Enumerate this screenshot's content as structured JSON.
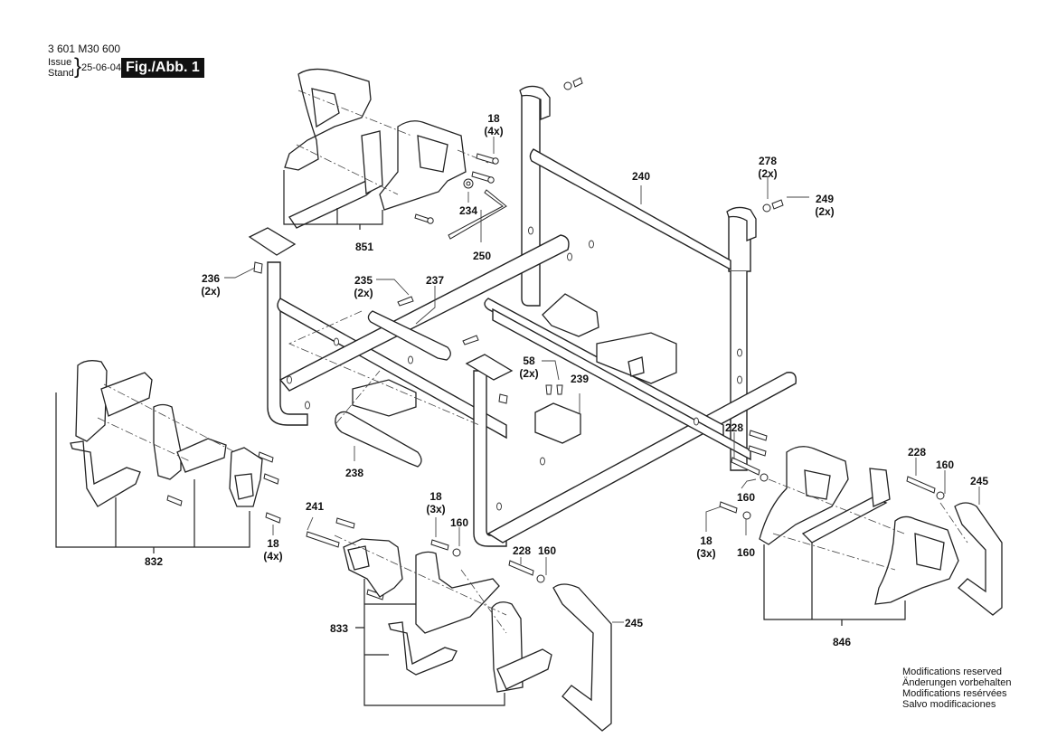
{
  "header": {
    "document_code": "3 601 M30 600",
    "issue_label": "Issue",
    "stand_label": "Stand",
    "brace": "}",
    "date": "25-06-04",
    "figure_label": "Fig./Abb. 1"
  },
  "notes": [
    "Modifications reserved",
    "Änderungen vorbehalten",
    "Modifications resérvées",
    "Salvo modificaciones"
  ],
  "callouts": [
    {
      "id": "c851",
      "number": "851",
      "qty": ""
    },
    {
      "id": "c18a",
      "number": "18",
      "qty": "(4x)"
    },
    {
      "id": "c234",
      "number": "234",
      "qty": ""
    },
    {
      "id": "c250",
      "number": "250",
      "qty": ""
    },
    {
      "id": "c240",
      "number": "240",
      "qty": ""
    },
    {
      "id": "c278",
      "number": "278",
      "qty": "(2x)"
    },
    {
      "id": "c249",
      "number": "249",
      "qty": "(2x)"
    },
    {
      "id": "c236",
      "number": "236",
      "qty": "(2x)"
    },
    {
      "id": "c235",
      "number": "235",
      "qty": "(2x)"
    },
    {
      "id": "c237",
      "number": "237",
      "qty": ""
    },
    {
      "id": "c58",
      "number": "58",
      "qty": "(2x)"
    },
    {
      "id": "c239",
      "number": "239",
      "qty": ""
    },
    {
      "id": "c238",
      "number": "238",
      "qty": ""
    },
    {
      "id": "c832",
      "number": "832",
      "qty": ""
    },
    {
      "id": "c18b",
      "number": "18",
      "qty": "(4x)"
    },
    {
      "id": "c241",
      "number": "241",
      "qty": ""
    },
    {
      "id": "c18c",
      "number": "18",
      "qty": "(3x)"
    },
    {
      "id": "c160a",
      "number": "160",
      "qty": ""
    },
    {
      "id": "c228a",
      "number": "228",
      "qty": ""
    },
    {
      "id": "c160b",
      "number": "160",
      "qty": ""
    },
    {
      "id": "c833",
      "number": "833",
      "qty": ""
    },
    {
      "id": "c245a",
      "number": "245",
      "qty": ""
    },
    {
      "id": "c228b",
      "number": "228",
      "qty": ""
    },
    {
      "id": "c160c",
      "number": "160",
      "qty": ""
    },
    {
      "id": "c18d",
      "number": "18",
      "qty": "(3x)"
    },
    {
      "id": "c160d",
      "number": "160",
      "qty": ""
    },
    {
      "id": "c228c",
      "number": "228",
      "qty": ""
    },
    {
      "id": "c160e",
      "number": "160",
      "qty": ""
    },
    {
      "id": "c245b",
      "number": "245",
      "qty": ""
    },
    {
      "id": "c846",
      "number": "846",
      "qty": ""
    }
  ]
}
